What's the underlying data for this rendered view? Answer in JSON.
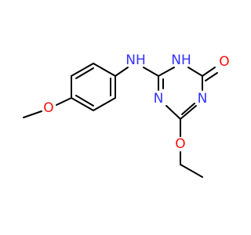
{
  "colors": {
    "background": "#ffffff",
    "carbon_bond": "#000000",
    "nitrogen": "#3333ff",
    "oxygen": "#ff0d0d"
  },
  "atoms": [
    {
      "id": "o_methoxy",
      "element": "O",
      "label": "O"
    },
    {
      "id": "n_amine",
      "element": "N",
      "label": "NH"
    },
    {
      "id": "n_ring_h",
      "element": "N",
      "label": "NH"
    },
    {
      "id": "o_carbonyl",
      "element": "O",
      "label": "O"
    },
    {
      "id": "n_ring_3",
      "element": "N",
      "label": "N"
    },
    {
      "id": "n_ring_5",
      "element": "N",
      "label": "N"
    },
    {
      "id": "o_ethoxy",
      "element": "O",
      "label": "O"
    }
  ]
}
